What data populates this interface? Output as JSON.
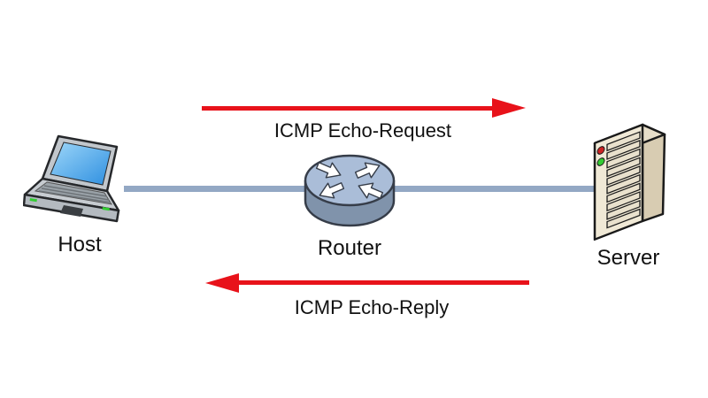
{
  "diagram": {
    "nodes": [
      {
        "id": "host",
        "label": "Host",
        "icon": "laptop-icon"
      },
      {
        "id": "router",
        "label": "Router",
        "icon": "router-icon"
      },
      {
        "id": "server",
        "label": "Server",
        "icon": "server-icon"
      }
    ],
    "link": {
      "from": "Host",
      "to": "Server",
      "via": "Router"
    },
    "flows": [
      {
        "label": "ICMP Echo-Request",
        "direction": "left-to-right"
      },
      {
        "label": "ICMP Echo-Reply",
        "direction": "right-to-left"
      }
    ]
  },
  "colors": {
    "background": "#ffffff",
    "arrow_red": "#e8121a",
    "link_line": "#93a8c4",
    "label_text": "#111111",
    "router_top": "#aabdd8",
    "router_body": "#8093ab",
    "router_outline": "#363d49",
    "server_front": "#f0e9d6",
    "server_side": "#d8ccb2",
    "server_top": "#e6ddc8",
    "server_outline": "#1a1a1a",
    "led_red": "#cc2222",
    "led_green": "#33cc33",
    "laptop_screen": "#2e8fe0",
    "laptop_body": "#c7ccd1"
  }
}
